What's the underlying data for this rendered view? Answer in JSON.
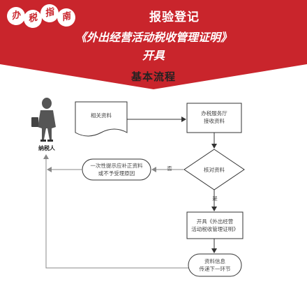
{
  "header": {
    "badges": [
      "办",
      "税",
      "指",
      "南"
    ],
    "title": "报验登记",
    "subtitle_line1": "《外出经营活动税收管理证明》",
    "subtitle_line2": "开具",
    "banner_color": "#c9252c",
    "badge_color": "#ffffff"
  },
  "section": {
    "title": "基本流程"
  },
  "flow": {
    "actor": "纳税人",
    "doc": "相关资料",
    "receive": "办税服务厅\n接收资料",
    "check": "核对资料",
    "reject": "一次性提示应补正资料\n或不予受理原因",
    "issue": "开具《外出经营\n活动税收管理证明》",
    "transfer": "资料信息\n传递下一环节",
    "no_label": "否",
    "yes_label": "是"
  },
  "colors": {
    "line": "#333333",
    "arrow_gray": "#888888",
    "person": "#555555"
  }
}
